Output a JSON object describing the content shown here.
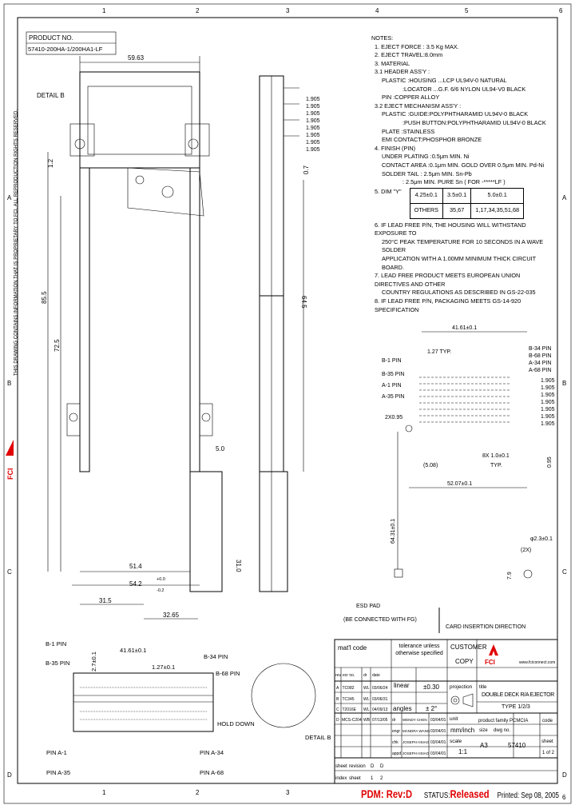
{
  "grid": {
    "columns": [
      "1",
      "2",
      "3",
      "4",
      "5",
      "6"
    ],
    "rows": [
      "A",
      "B",
      "C",
      "D"
    ]
  },
  "product": {
    "label": "PRODUCT NO.",
    "value": "57410-200HA-1/200HA1-LF"
  },
  "side_text": "THIS DRAWING CONTAINS INFORMATION THAT IS PROPRIETARY TO FCI. ALL REPRODUCTION RIGHTS RESERVED.",
  "dims": {
    "overall_width": "59.63",
    "detail_b": "DETAIL B",
    "d72_5": "72.5",
    "d85_5": "85.5",
    "d64_5": "64.5",
    "d51_4": "51.4",
    "d54_2": "54.2",
    "d54_2_tol_upper": "+0.0",
    "d54_2_tol_lower": "-0.2",
    "d31_5": "31.5",
    "d32_65": "32.65",
    "d5_0": "5.0",
    "d31_0": "31.0",
    "d0_7": "0.7",
    "pitches": [
      "1.905",
      "1.905",
      "1.905",
      "1.905",
      "1.905",
      "1.905",
      "1.905",
      "1.905"
    ],
    "d1_2": "1.2"
  },
  "right_view": {
    "d41_61": "41.61±0.1",
    "d1_27": "1.27 TYP.",
    "pins_left": [
      "B-1 PIN",
      "B-35 PIN",
      "A-1 PIN",
      "A-35 PIN"
    ],
    "pins_right": [
      "B-34 PIN",
      "B-68 PIN",
      "A-34 PIN",
      "A-68 PIN"
    ],
    "pitches": [
      "1.905",
      "1.905",
      "1.905",
      "1.905",
      "1.905",
      "1.905",
      "1.905"
    ],
    "d0_95": "0.95",
    "d2_0": "2X0.95",
    "d5_08": "(5.08)",
    "d52_07": "52.07±0.1",
    "d64_31": "64.31±0.1",
    "d1_0": "8X 1.0±0.1",
    "typ": "TYP.",
    "d2_3": "φ2.3±0.1",
    "x2": "(2X)",
    "d7_9": "7.9",
    "esd_pad": "ESD PAD",
    "esd_note": "(BE CONNECTED WITH FG)",
    "card_dir": "CARD INSERTION DIRECTION"
  },
  "bottom_view": {
    "d41_61": "41.61±0.1",
    "d1_27": "1.27±0.1",
    "d2_7": "2.7±0.1",
    "labels": [
      "B-1 PIN",
      "B-35 PIN",
      "B-34 PIN",
      "B-68 PIN",
      "PIN A-1",
      "PIN A-35",
      "PIN A-34",
      "PIN A-68",
      "HOLD DOWN",
      "DETAIL B"
    ]
  },
  "notes": {
    "title": "NOTES:",
    "lines": [
      "1. EJECT FORCE : 3.5 Kg MAX.",
      "2. EJECT TRAVEL:8.0mm",
      "3. MATERIAL",
      "3.1 HEADER ASS'Y :",
      "PLASTIC :HOUSING ...LCP UL94V-0 NATURAL",
      ":LOCATOR ...G.F. 6/6 NYLON UL94-V0 BLACK",
      "PIN    :COPPER ALLOY",
      "3.2 EJECT MECHANISM ASS'Y :",
      "PLASTIC :GUIDE:POLYPHTHARAMID UL94V-0 BLACK",
      ":PUSH BUTTON:POLYPHTHARAMID UL94V-0 BLACK",
      "PLATE  :STAINLESS",
      "EMI CONTACT:PHOSPHOR BRONZE",
      "4. FINISH (PIN)",
      "UNDER PLATING :0.5μm MIN. Ni",
      "CONTACT AREA :0.1μm MIN. GOLD OVER 0.5μm MIN. Pd-Ni",
      "SOLDER TAIL   : 2.5μm MIN. Sn-Pb",
      ": 2.5μm MIN. PURE Sn ( FOR -*****LF )",
      "5. DIM \"Y\""
    ],
    "table": [
      [
        "4.25±0.1",
        "3.5±0.1",
        "5.0±0.1"
      ],
      [
        "OTHERS",
        "35,67",
        "1,17,34,35,51,68"
      ]
    ],
    "after": [
      "6. IF LEAD FREE P/N, THE HOUSING WILL WITHSTAND EXPOSURE TO",
      "250°C PEAK TEMPERATURE FOR 10 SECONDS IN A WAVE SOLDER",
      "APPLICATION WITH A 1.00MM MINIMUM THICK CIRCUIT BOARD.",
      "7. LEAD FREE PRODUCT MEETS EUROPEAN UNION DIRECTIVES AND OTHER",
      "COUNTRY REGULATIONS AS DESCRIBED IN GS-22-035",
      "8. IF LEAD FREE P/N, PACKAGING MEETS GS-14-920 SPECIFICATION"
    ]
  },
  "title_block": {
    "mtl_code": "mat'l code",
    "tolerance": "tolerance unless otherwise specified",
    "customer": "CUSTOMER",
    "copy": "COPY",
    "logo": "FCI",
    "website": "www.fciconnect.com",
    "brand_color": "#e00000",
    "rev_headers": [
      "rev",
      "ecr no.",
      "dr",
      "date"
    ],
    "revisions": [
      [
        "A",
        "TC082",
        "WL",
        "03/06/24"
      ],
      [
        "B",
        "TC345",
        "WL",
        "03/06/31"
      ],
      [
        "C",
        "T2016E",
        "WL",
        "04/09/13"
      ],
      [
        "D",
        "MCS-C204",
        "WB",
        "07/13/05"
      ]
    ],
    "linear": "linear",
    "linear_tol": "±0.30",
    "angles": "angles",
    "angles_tol": "± 2°",
    "projection": "projection",
    "title_label": "title",
    "title": "DOUBLE DECK R/A EJECTOR",
    "title2": "TYPE 1/2/3",
    "sign_rows": [
      [
        "dr",
        "WENDY CHEN",
        "03/04/01"
      ],
      [
        "engr",
        "MANDRA WANG",
        "03/04/01"
      ],
      [
        "chk",
        "JOSEPH HSIAO",
        "03/04/01"
      ],
      [
        "appd",
        "JOSEPH HSIAO",
        "03/04/01"
      ]
    ],
    "unit_label": "unit",
    "unit": "mm/inch",
    "scale_label": "scale",
    "scale": "1:1",
    "product_family": "product family  PCMCIA",
    "code": "code",
    "size_label": "size",
    "size": "A3",
    "dwg_label": "dwg no.",
    "dwg_no": "57410",
    "sheet_label": "sheet",
    "sheet": "1 of 2",
    "sheet_rev": [
      "sheet",
      "revision",
      "D",
      "D"
    ],
    "index": [
      "index",
      "sheet",
      "1",
      "2"
    ]
  },
  "footer": {
    "pdm": "PDM: Rev:D",
    "status_label": "STATUS:",
    "status": "Released",
    "printed": "Printed: Sep 08, 2005"
  }
}
